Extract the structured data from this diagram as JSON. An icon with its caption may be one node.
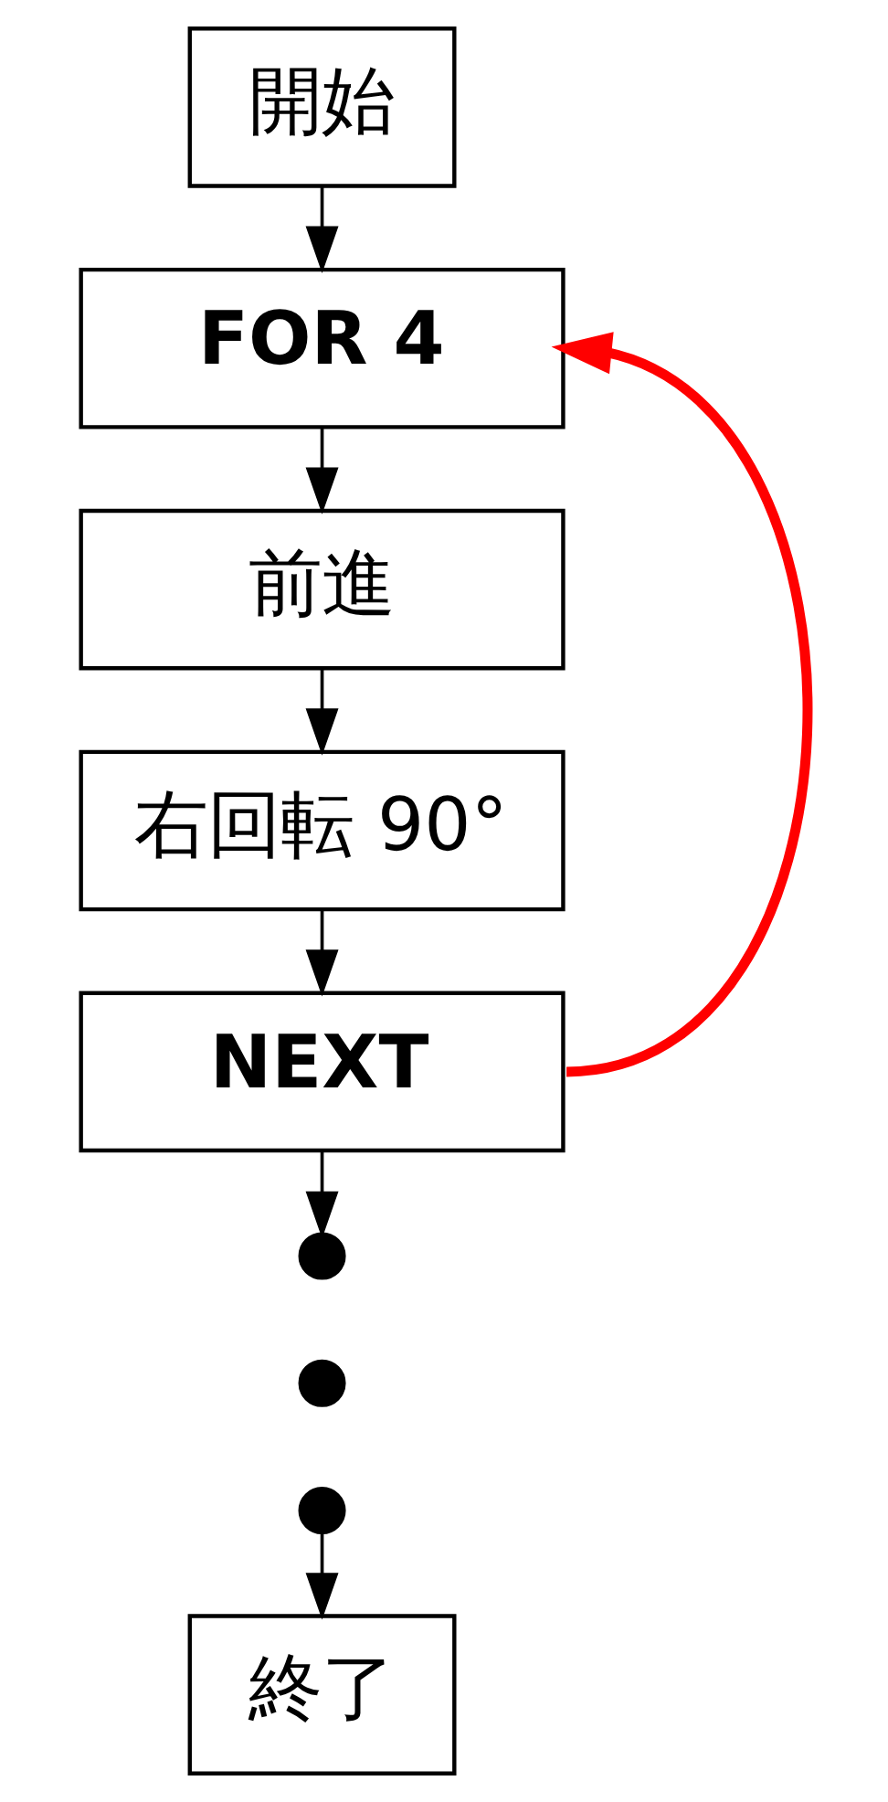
{
  "diagram": {
    "nodes": [
      {
        "text": [
          "開始"
        ]
      },
      {
        "text": [
          "FOR 4"
        ]
      },
      {
        "text": [
          "前進"
        ]
      },
      {
        "text": [
          "右回転 90°"
        ]
      },
      {
        "text": [
          "NEXT"
        ]
      },
      {
        "text": [],
        "shape": "circle"
      },
      {
        "text": [],
        "shape": "circle"
      },
      {
        "text": [],
        "shape": "circle"
      },
      {
        "text": [
          "終了"
        ]
      }
    ],
    "edges": [
      {
        "from": 0,
        "to": 1,
        "arrow": "to"
      },
      {
        "from": 1,
        "to": 2,
        "arrow": "to"
      },
      {
        "from": 2,
        "to": 3,
        "arrow": "to"
      },
      {
        "from": 3,
        "to": 4,
        "arrow": "to"
      },
      {
        "from": 4,
        "to": 1,
        "arrow": "to",
        "style": "thick",
        "color": "#ff0000"
      },
      {
        "from": 4,
        "to": 5,
        "arrow": "to"
      },
      {
        "from": 7,
        "to": 8,
        "arrow": "to"
      }
    ]
  }
}
